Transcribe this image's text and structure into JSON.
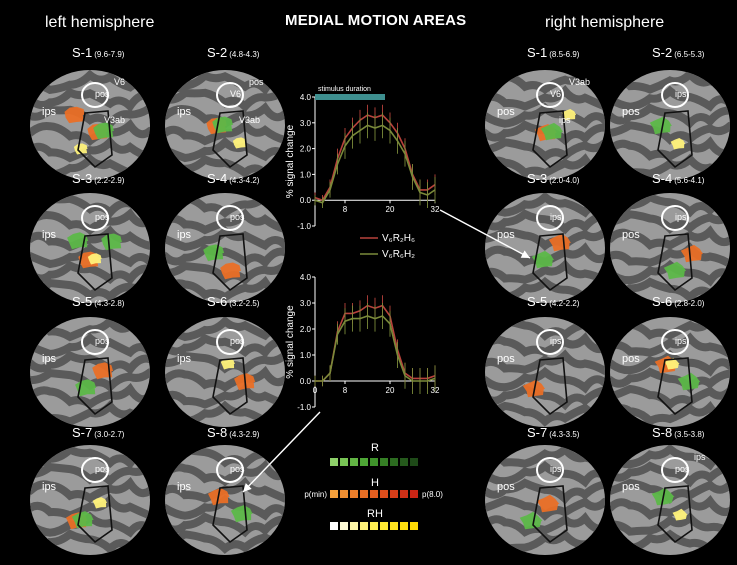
{
  "title": "MEDIAL MOTION AREAS",
  "hemispheres": {
    "left": "left hemisphere",
    "right": "right hemisphere"
  },
  "left_maps": [
    {
      "id": "S-1",
      "range": "(9.6-7.9)",
      "labels": [
        "ips",
        "pos",
        "V6",
        "V3ab"
      ],
      "blobs": [
        "H",
        "H",
        "RH",
        "R"
      ]
    },
    {
      "id": "S-2",
      "range": "(4.8-4.3)",
      "labels": [
        "ips",
        "V6",
        "pos",
        "V3ab"
      ],
      "blobs": [
        "H",
        "RH",
        "R"
      ]
    },
    {
      "id": "S-3",
      "range": "(2.2-2.9)",
      "labels": [
        "ips",
        "pos"
      ],
      "blobs": [
        "H",
        "R",
        "RH",
        "R"
      ]
    },
    {
      "id": "S-4",
      "range": "(4.3-4.2)",
      "labels": [
        "ips",
        "pos"
      ],
      "blobs": [
        "H",
        "R"
      ]
    },
    {
      "id": "S-5",
      "range": "(4.3-2.8)",
      "labels": [
        "ips",
        "pos"
      ],
      "blobs": [
        "H",
        "R"
      ]
    },
    {
      "id": "S-6",
      "range": "(3.2-2.5)",
      "labels": [
        "ips",
        "pos"
      ],
      "blobs": [
        "H",
        "RH"
      ]
    },
    {
      "id": "S-7",
      "range": "(3.0-2.7)",
      "labels": [
        "ips",
        "pos"
      ],
      "blobs": [
        "H",
        "RH",
        "R"
      ]
    },
    {
      "id": "S-8",
      "range": "(4.3-2.9)",
      "labels": [
        "ips",
        "pos"
      ],
      "blobs": [
        "H",
        "R"
      ]
    }
  ],
  "right_maps": [
    {
      "id": "S-1",
      "range": "(8.5-6.9)",
      "labels": [
        "pos",
        "V6",
        "V3ab",
        "ips"
      ],
      "blobs": [
        "H",
        "RH",
        "R"
      ]
    },
    {
      "id": "S-2",
      "range": "(6.5-5.3)",
      "labels": [
        "pos",
        "ips"
      ],
      "blobs": [
        "RH",
        "R"
      ]
    },
    {
      "id": "S-3",
      "range": "(2.0-4.0)",
      "labels": [
        "pos",
        "ips"
      ],
      "blobs": [
        "H",
        "R"
      ]
    },
    {
      "id": "S-4",
      "range": "(5.6-4.1)",
      "labels": [
        "pos",
        "ips"
      ],
      "blobs": [
        "H",
        "R"
      ]
    },
    {
      "id": "S-5",
      "range": "(4.2-2.2)",
      "labels": [
        "pos",
        "ips"
      ],
      "blobs": [
        "H"
      ]
    },
    {
      "id": "S-6",
      "range": "(2.8-2.0)",
      "labels": [
        "pos",
        "ips"
      ],
      "blobs": [
        "H",
        "R",
        "RH"
      ]
    },
    {
      "id": "S-7",
      "range": "(4.3-3.5)",
      "labels": [
        "pos",
        "ips"
      ],
      "blobs": [
        "H",
        "R"
      ]
    },
    {
      "id": "S-8",
      "range": "(3.5-3.8)",
      "labels": [
        "pos",
        "pos",
        "ips"
      ],
      "blobs": [
        "RH",
        "R"
      ]
    }
  ],
  "chart_data": [
    {
      "type": "line",
      "ylabel": "% signal change",
      "annotation": "stimulus duration",
      "stimulus_x": [
        0,
        16
      ],
      "xlim": [
        0,
        32
      ],
      "ylim": [
        -1.0,
        4.0
      ],
      "xticks": [
        8,
        20,
        32
      ],
      "xtick_labels": [
        "8",
        "20",
        "32"
      ],
      "yticks": [
        -1.0,
        0.0,
        1.0,
        2.0,
        3.0,
        4.0
      ],
      "ytick_labels": [
        "-1.0",
        "0.0",
        "1.0",
        "2.0",
        "3.0",
        "4.0"
      ],
      "x": [
        0,
        2,
        4,
        6,
        8,
        10,
        12,
        14,
        16,
        18,
        20,
        22,
        24,
        26,
        28,
        30,
        32
      ],
      "series": [
        {
          "name": "V6R2H6",
          "color": "#b8423c",
          "values": [
            0.1,
            0.0,
            0.5,
            1.6,
            2.4,
            2.8,
            3.1,
            3.3,
            3.2,
            3.3,
            3.0,
            2.6,
            2.0,
            1.0,
            0.4,
            0.4,
            0.6
          ],
          "err": [
            0.2,
            0.2,
            0.3,
            0.4,
            0.4,
            0.4,
            0.4,
            0.4,
            0.4,
            0.4,
            0.4,
            0.4,
            0.4,
            0.4,
            0.4,
            0.4,
            0.4
          ]
        },
        {
          "name": "V6R6H2",
          "color": "#7a8a3a",
          "values": [
            0.0,
            -0.1,
            0.4,
            1.4,
            2.1,
            2.5,
            2.7,
            2.9,
            2.8,
            2.9,
            2.7,
            2.3,
            1.8,
            0.9,
            0.3,
            0.2,
            0.4
          ],
          "err": [
            0.2,
            0.2,
            0.3,
            0.4,
            0.5,
            0.5,
            0.5,
            0.5,
            0.5,
            0.5,
            0.5,
            0.5,
            0.5,
            0.5,
            0.5,
            0.5,
            0.5
          ]
        }
      ]
    },
    {
      "type": "line",
      "ylabel": "% signal change",
      "xlim": [
        0,
        32
      ],
      "ylim": [
        -1.0,
        4.0
      ],
      "xticks": [
        0,
        8,
        20,
        32
      ],
      "xtick_labels": [
        "0",
        "8",
        "20",
        "32"
      ],
      "yticks": [
        -1.0,
        0.0,
        1.0,
        2.0,
        3.0,
        4.0
      ],
      "ytick_labels": [
        "-1.0",
        "0.0",
        "1.0",
        "2.0",
        "3.0",
        "4.0"
      ],
      "x": [
        0,
        2,
        4,
        6,
        8,
        10,
        12,
        14,
        16,
        18,
        20,
        22,
        24,
        26,
        28,
        30,
        32
      ],
      "series": [
        {
          "name": "V6R2H6",
          "color": "#b8423c",
          "values": [
            0.0,
            0.0,
            0.3,
            1.9,
            2.6,
            2.6,
            2.7,
            2.9,
            2.8,
            2.9,
            2.5,
            1.2,
            0.3,
            0.1,
            0.1,
            0.1,
            0.2
          ],
          "err": [
            0.2,
            0.2,
            0.3,
            0.4,
            0.4,
            0.4,
            0.4,
            0.4,
            0.4,
            0.4,
            0.4,
            0.4,
            0.4,
            0.4,
            0.4,
            0.4,
            0.4
          ]
        },
        {
          "name": "V6R6H2",
          "color": "#7a8a3a",
          "values": [
            0.0,
            0.0,
            0.3,
            1.8,
            2.3,
            2.4,
            2.4,
            2.5,
            2.4,
            2.5,
            2.2,
            1.0,
            0.2,
            0.0,
            0.0,
            0.0,
            0.1
          ],
          "err": [
            0.2,
            0.2,
            0.3,
            0.4,
            0.5,
            0.5,
            0.5,
            0.5,
            0.5,
            0.5,
            0.5,
            0.5,
            0.5,
            0.5,
            0.5,
            0.5,
            0.5
          ]
        }
      ]
    }
  ],
  "legend": {
    "series_labels": [
      "V₆R₂H₆",
      "V₆R₆H₂"
    ],
    "series_colors": [
      "#b8423c",
      "#7a8a3a"
    ],
    "scale_r": "R",
    "scale_h": "H",
    "scale_rh": "RH",
    "p_min": "p(min)",
    "p_max": "p(8.0)",
    "r_colors": [
      "#8ed06a",
      "#78c455",
      "#62b444",
      "#4ea636",
      "#3f932b",
      "#357f25",
      "#2c6b20",
      "#25591c",
      "#1e4a18"
    ],
    "h_colors": [
      "#f3a03c",
      "#ef8f32",
      "#eb7e2b",
      "#e66e25",
      "#e25e20",
      "#dc4e1c",
      "#d63e19",
      "#cf3017",
      "#c82515"
    ],
    "rh_colors": [
      "#ffffff",
      "#fffbd6",
      "#fff7a8",
      "#fff27a",
      "#ffee52",
      "#ffe933",
      "#ffe41f",
      "#ffe010",
      "#ffdb05"
    ]
  },
  "colors": {
    "R": "#5cb848",
    "H": "#ea6f26",
    "RH": "#fff27a",
    "cortex_light": "#9b9b9b",
    "cortex_dark": "#5a5a5a"
  }
}
